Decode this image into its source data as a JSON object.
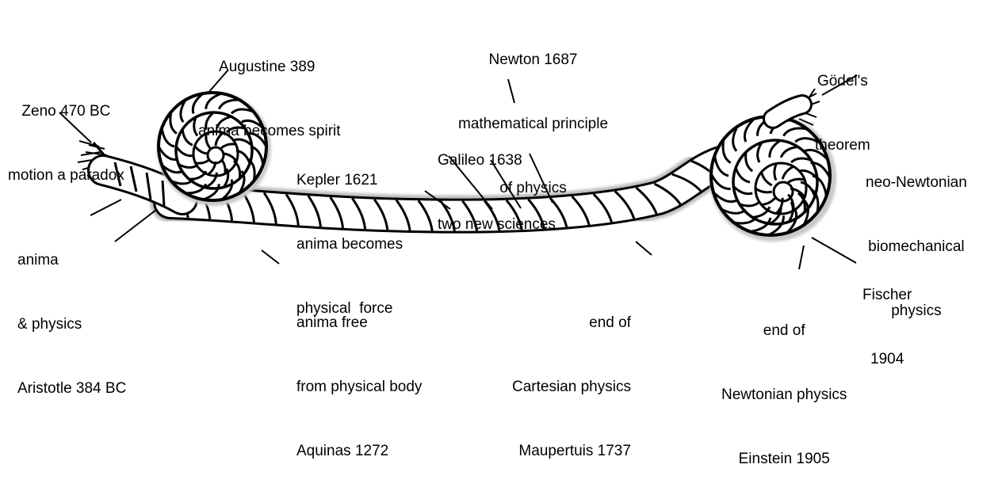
{
  "labels": {
    "zeno": [
      "Zeno 470 BC",
      "motion a paradox"
    ],
    "augustine": [
      "Augustine 389",
      "anima becomes spirit"
    ],
    "newton": [
      "Newton 1687",
      "mathematical principle",
      "of physics"
    ],
    "godel": [
      "Gödel's",
      "theorem"
    ],
    "kepler": [
      "Kepler 1621",
      "anima becomes",
      "physical  force"
    ],
    "galileo": [
      "Galileo 1638",
      "two new sciences"
    ],
    "neo_newtonian": [
      "neo-Newtonian",
      "biomechanical",
      "physics"
    ],
    "anima_physics": [
      "anima",
      "& physics",
      "Aristotle 384 BC"
    ],
    "aquinas": [
      "anima free",
      "from physical body",
      "Aquinas 1272"
    ],
    "maupertuis": [
      "end of",
      "Cartesian physics",
      "Maupertuis 1737"
    ],
    "fischer": [
      "Fischer",
      "1904"
    ],
    "einstein": [
      "end of",
      "Newtonian physics",
      "Einstein 1905"
    ]
  },
  "colors": {
    "ink": "#000000",
    "rope_fill": "#ffffff",
    "background": "#ffffff"
  }
}
